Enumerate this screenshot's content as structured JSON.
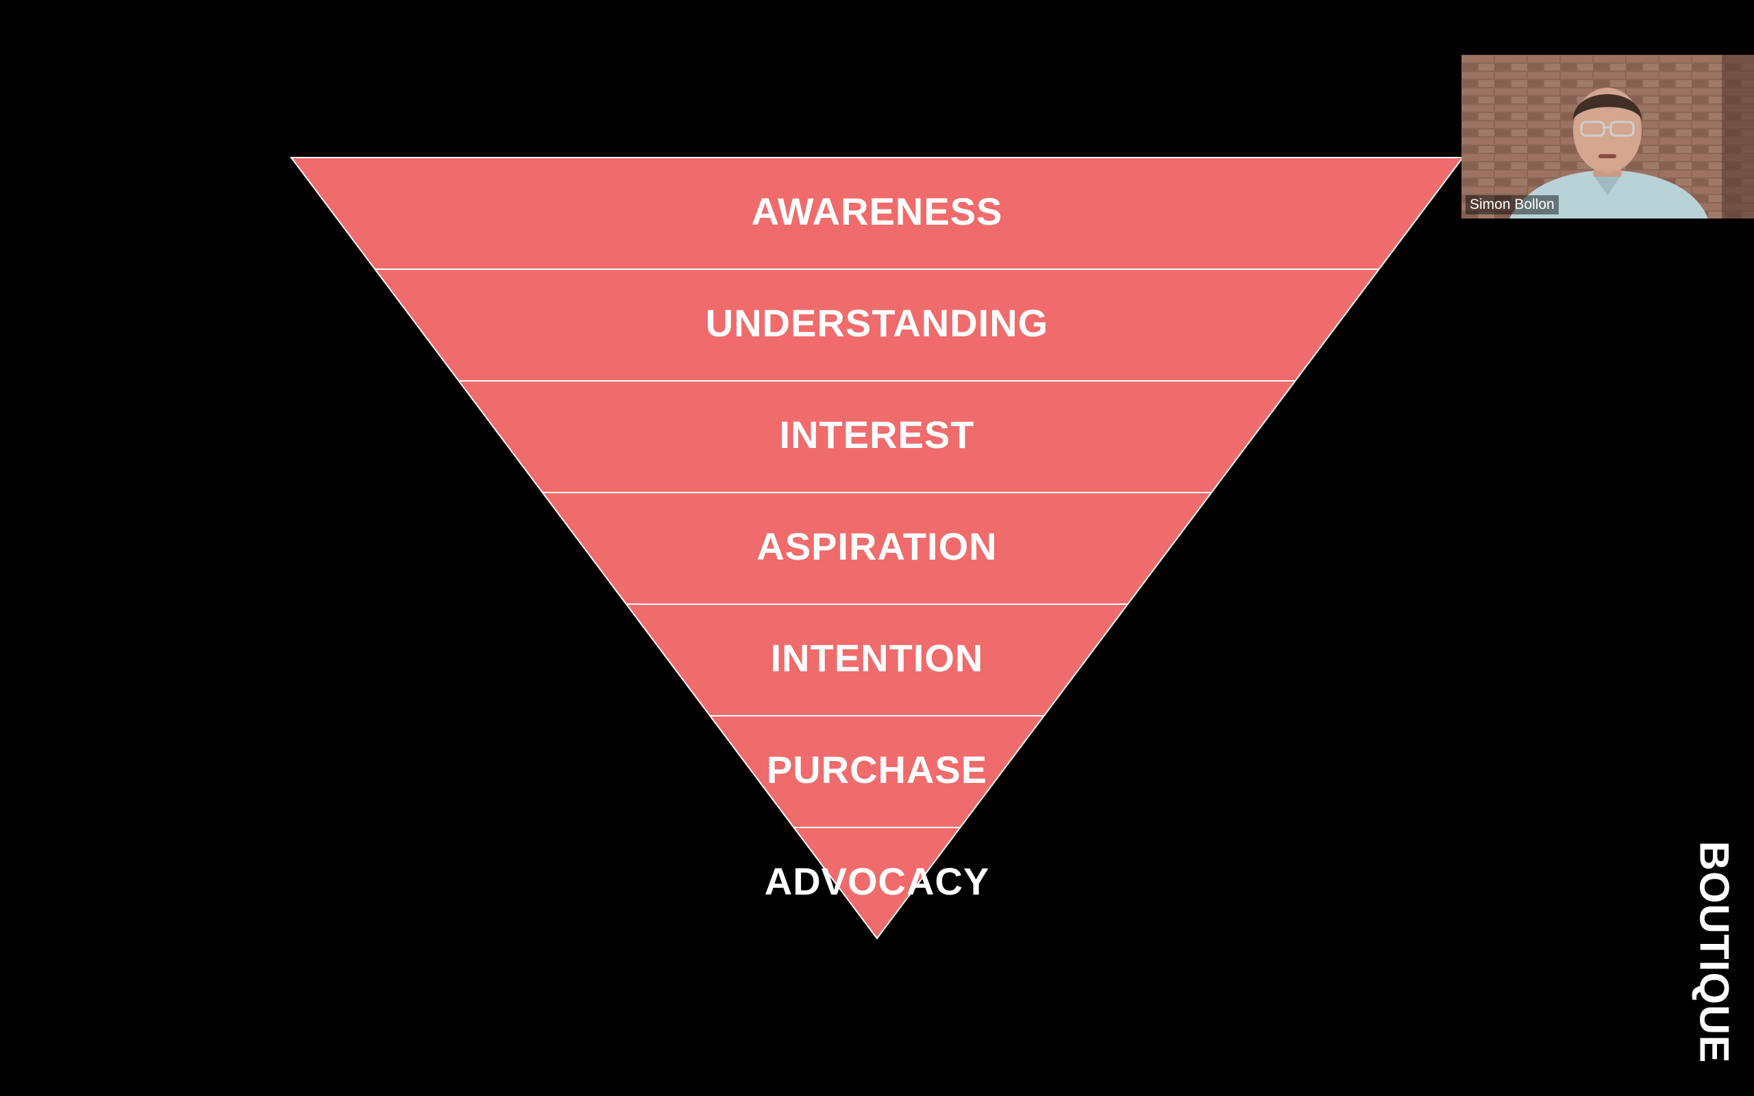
{
  "slide": {
    "funnel_fill_color": "#f06b6b",
    "divider_color": "#ffffff",
    "stages": [
      {
        "label": "AWARENESS"
      },
      {
        "label": "UNDERSTANDING"
      },
      {
        "label": "INTEREST"
      },
      {
        "label": "ASPIRATION"
      },
      {
        "label": "INTENTION"
      },
      {
        "label": "PURCHASE"
      },
      {
        "label": "ADVOCACY"
      }
    ],
    "brand": "BOUTIQUE"
  },
  "video": {
    "participant_name": "Simon Bollon"
  }
}
